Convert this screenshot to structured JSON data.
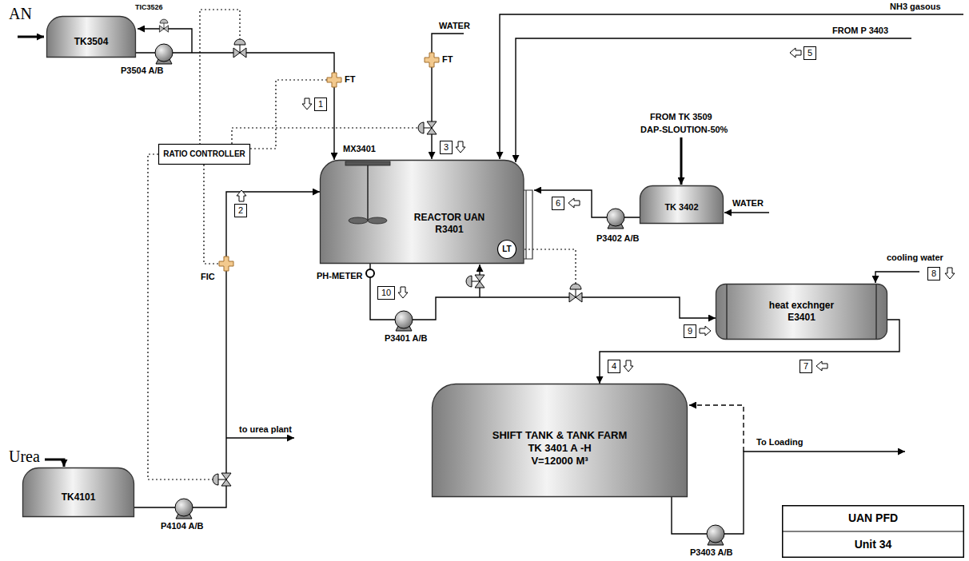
{
  "diagram": {
    "nodes": [
      {
        "text": [
          "TK3504"
        ]
      },
      {
        "text": [
          "RATIO CONTROLLER"
        ]
      },
      {
        "text": [
          "REACTOR UAN R3401"
        ]
      },
      {
        "text": [
          "LT"
        ],
        "in": 2
      },
      {
        "text": [
          "TK 3402"
        ]
      },
      {
        "text": [
          "heat exchnger E3401"
        ]
      },
      {
        "text": [
          "TK4101"
        ]
      },
      {
        "text": [
          "SHIFT TANK & TANK FARM",
          "TK 3401 A -H",
          "V=12000 M³"
        ]
      },
      {
        "text": [
          "UAN PFD",
          "Unit 34"
        ]
      }
    ],
    "edges": [
      {
        "from": 0,
        "to": 2,
        "arrow": "to"
      },
      {
        "from": 6,
        "to": 2,
        "arrow": "to"
      },
      {
        "from": 4,
        "to": 2,
        "arrow": "to"
      },
      {
        "from": 2,
        "to": 5,
        "arrow": "to"
      },
      {
        "from": 5,
        "to": 7,
        "arrow": "to"
      }
    ],
    "labels": [
      "AN",
      "TIC3526",
      "P3504 A/B",
      "FT",
      "1",
      "FT",
      "WATER",
      "3",
      "MX3401",
      "NH3 gasous",
      "FROM P 3403",
      "5",
      "FROM TK 3509",
      "DAP-SLOUTION-50%",
      "WATER",
      "6",
      "P3402 A/B",
      "FIC",
      "2",
      "PH-METER",
      "10",
      "P3401 A/B",
      "cooling water",
      "8",
      "9",
      "7",
      "4",
      "Urea",
      "to urea plant",
      "P4104 A/B",
      "To Loading",
      "P3403 A/B"
    ]
  }
}
